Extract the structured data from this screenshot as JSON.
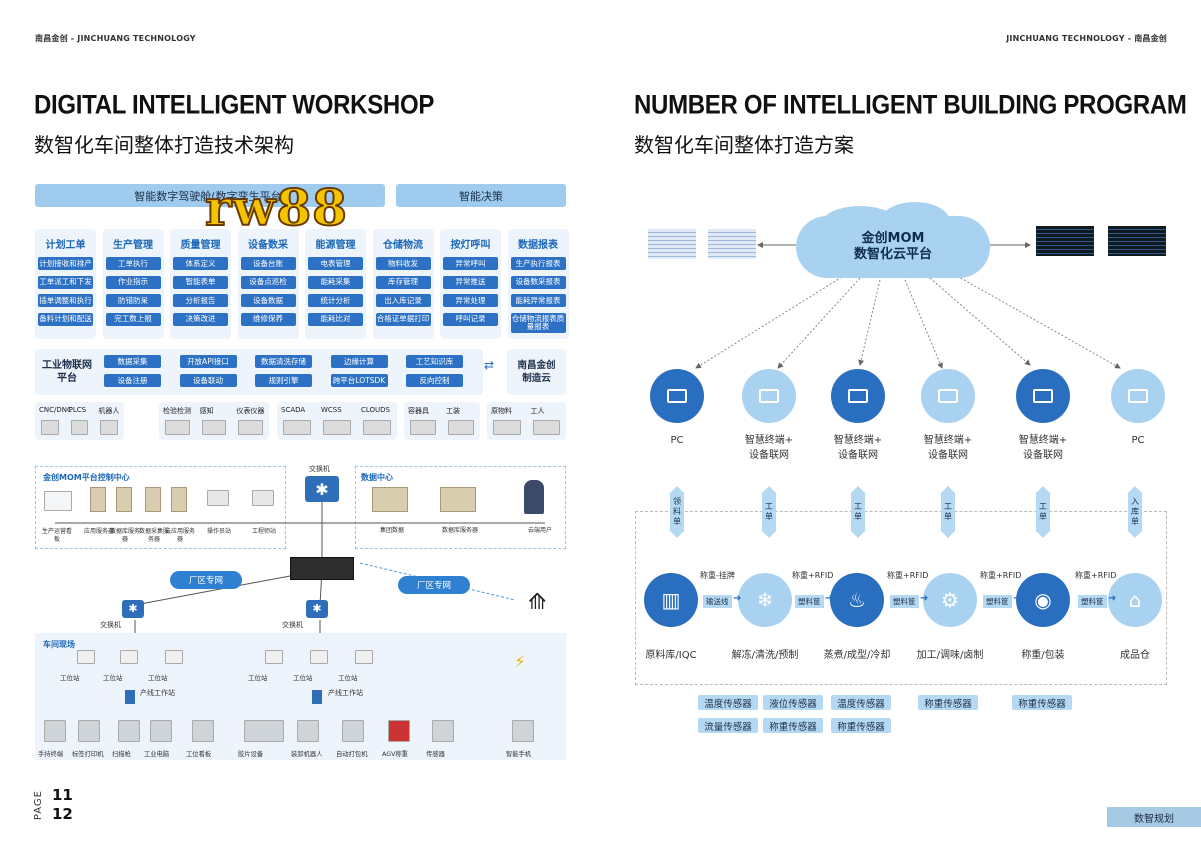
{
  "header": {
    "left": "南昌金创 - JINCHUANG TECHNOLOGY",
    "right": "JINCHUANG TECHNOLOGY - 南昌金创"
  },
  "left": {
    "title_en": "DIGITAL INTELLIGENT WORKSHOP",
    "title_cn": "数智化车间整体打造技术架构",
    "top_bar": "智能数字驾驶舱(数字孪生平台)",
    "top_bar2": "智能决策",
    "watermark": "rw88",
    "columns": [
      {
        "head": "计划工单",
        "items": [
          "计划接收和排产",
          "工单派工和下发",
          "插单调整和执行",
          "备料计划和配送"
        ]
      },
      {
        "head": "生产管理",
        "items": [
          "工单执行",
          "作业指示",
          "防错防呆",
          "完工数上报"
        ]
      },
      {
        "head": "质量管理",
        "items": [
          "体系定义",
          "智能表单",
          "分析报告",
          "决策改进"
        ]
      },
      {
        "head": "设备数采",
        "items": [
          "设备台账",
          "设备点巡检",
          "设备数据",
          "维修保养"
        ]
      },
      {
        "head": "能源管理",
        "items": [
          "电表管理",
          "能耗采集",
          "统计分析",
          "能耗比对"
        ]
      },
      {
        "head": "仓储物流",
        "items": [
          "物料收发",
          "库存管理",
          "出入库记录",
          "合格证单据打印"
        ]
      },
      {
        "head": "按灯呼叫",
        "items": [
          "异常呼叫",
          "异常推送",
          "异常处理",
          "呼叫记录"
        ]
      },
      {
        "head": "数据报表",
        "items": [
          "生产执行报表",
          "设备数采报表",
          "能耗异常报表",
          "仓储物流报表质量报表"
        ]
      }
    ],
    "iot_label": "工业物联网平台",
    "iot_items": [
      "数据采集",
      "开放API接口",
      "数据清洗存储",
      "边缘计算",
      "工艺知识库",
      "设备注册",
      "设备联动",
      "规则引擎",
      "跨平台LOTSDK",
      "反向控制"
    ],
    "cloud_label": "南昌金创制造云",
    "dev_groups": [
      {
        "labels": [
          "CNC/DNC",
          "PLCS",
          "机器人"
        ]
      },
      {
        "labels": [
          "检验检测",
          "感知",
          "仪表仪器"
        ]
      },
      {
        "labels": [
          "SCADA",
          "WCSS",
          "CLOUDS"
        ]
      },
      {
        "labels": [
          "容器具",
          "工装"
        ]
      },
      {
        "labels": [
          "原物料",
          "工人"
        ]
      }
    ],
    "net": {
      "control_title": "金创MOM平台控制中心",
      "switch": "交换机",
      "datacenter_title": "数据中心",
      "ctrl_labels": [
        "生产运营看板",
        "应用服务器",
        "数据库服务器",
        "数据采集服务器",
        "云应用服务器",
        "操作员站",
        "工程师站"
      ],
      "dc_labels": [
        "集团数据",
        "数据库服务器",
        "云端用户"
      ],
      "wan": "厂区专网",
      "floor_title": "车间现场",
      "workstation": "工位站",
      "line_station": "产线工作站",
      "floor_devices": [
        "手持终端",
        "标签打印机",
        "扫描枪",
        "工业电脑",
        "工位看板",
        "胶片设备",
        "装卸机器人",
        "自动打包机",
        "AGV称重",
        "传感器",
        "智能手机"
      ]
    },
    "page_label": "PAGE",
    "page1": "11",
    "page2": "12"
  },
  "right": {
    "title_en": "NUMBER OF INTELLIGENT BUILDING PROGRAM",
    "title_cn": "数智化车间整体打造方案",
    "cloud1": "金创MOM",
    "cloud2": "数智化云平台",
    "terminals": [
      {
        "l1": "PC",
        "l2": ""
      },
      {
        "l1": "智慧终端+",
        "l2": "设备联网"
      },
      {
        "l1": "智慧终端+",
        "l2": "设备联网"
      },
      {
        "l1": "智慧终端+",
        "l2": "设备联网"
      },
      {
        "l1": "智慧终端+",
        "l2": "设备联网"
      },
      {
        "l1": "PC",
        "l2": ""
      }
    ],
    "doc_arrows": [
      "领料单",
      "工单",
      "工单",
      "工单",
      "工单",
      "入库单"
    ],
    "process": [
      "原料库/IQC",
      "解冻/清洗/预制",
      "蒸煮/成型/冷却",
      "加工/调味/卤制",
      "称重/包装",
      "成品仓"
    ],
    "edge_top": [
      "称重-挂牌",
      "称重+RFID",
      "称重+RFID",
      "称重+RFID",
      "称重+RFID"
    ],
    "edge_btn": [
      "输送线",
      "塑料筐",
      "塑料筐",
      "塑料筐",
      "塑料筐"
    ],
    "sensors": [
      "温度传感器",
      "液位传感器",
      "温度传感器",
      "称重传感器",
      "称重传感器",
      "流量传感器",
      "称重传感器",
      "称重传感器"
    ],
    "footer_tag": "数智规划"
  },
  "colors": {
    "accent": "#2a6fbf",
    "light": "#a9d2f1",
    "bar": "#9ecbee"
  }
}
